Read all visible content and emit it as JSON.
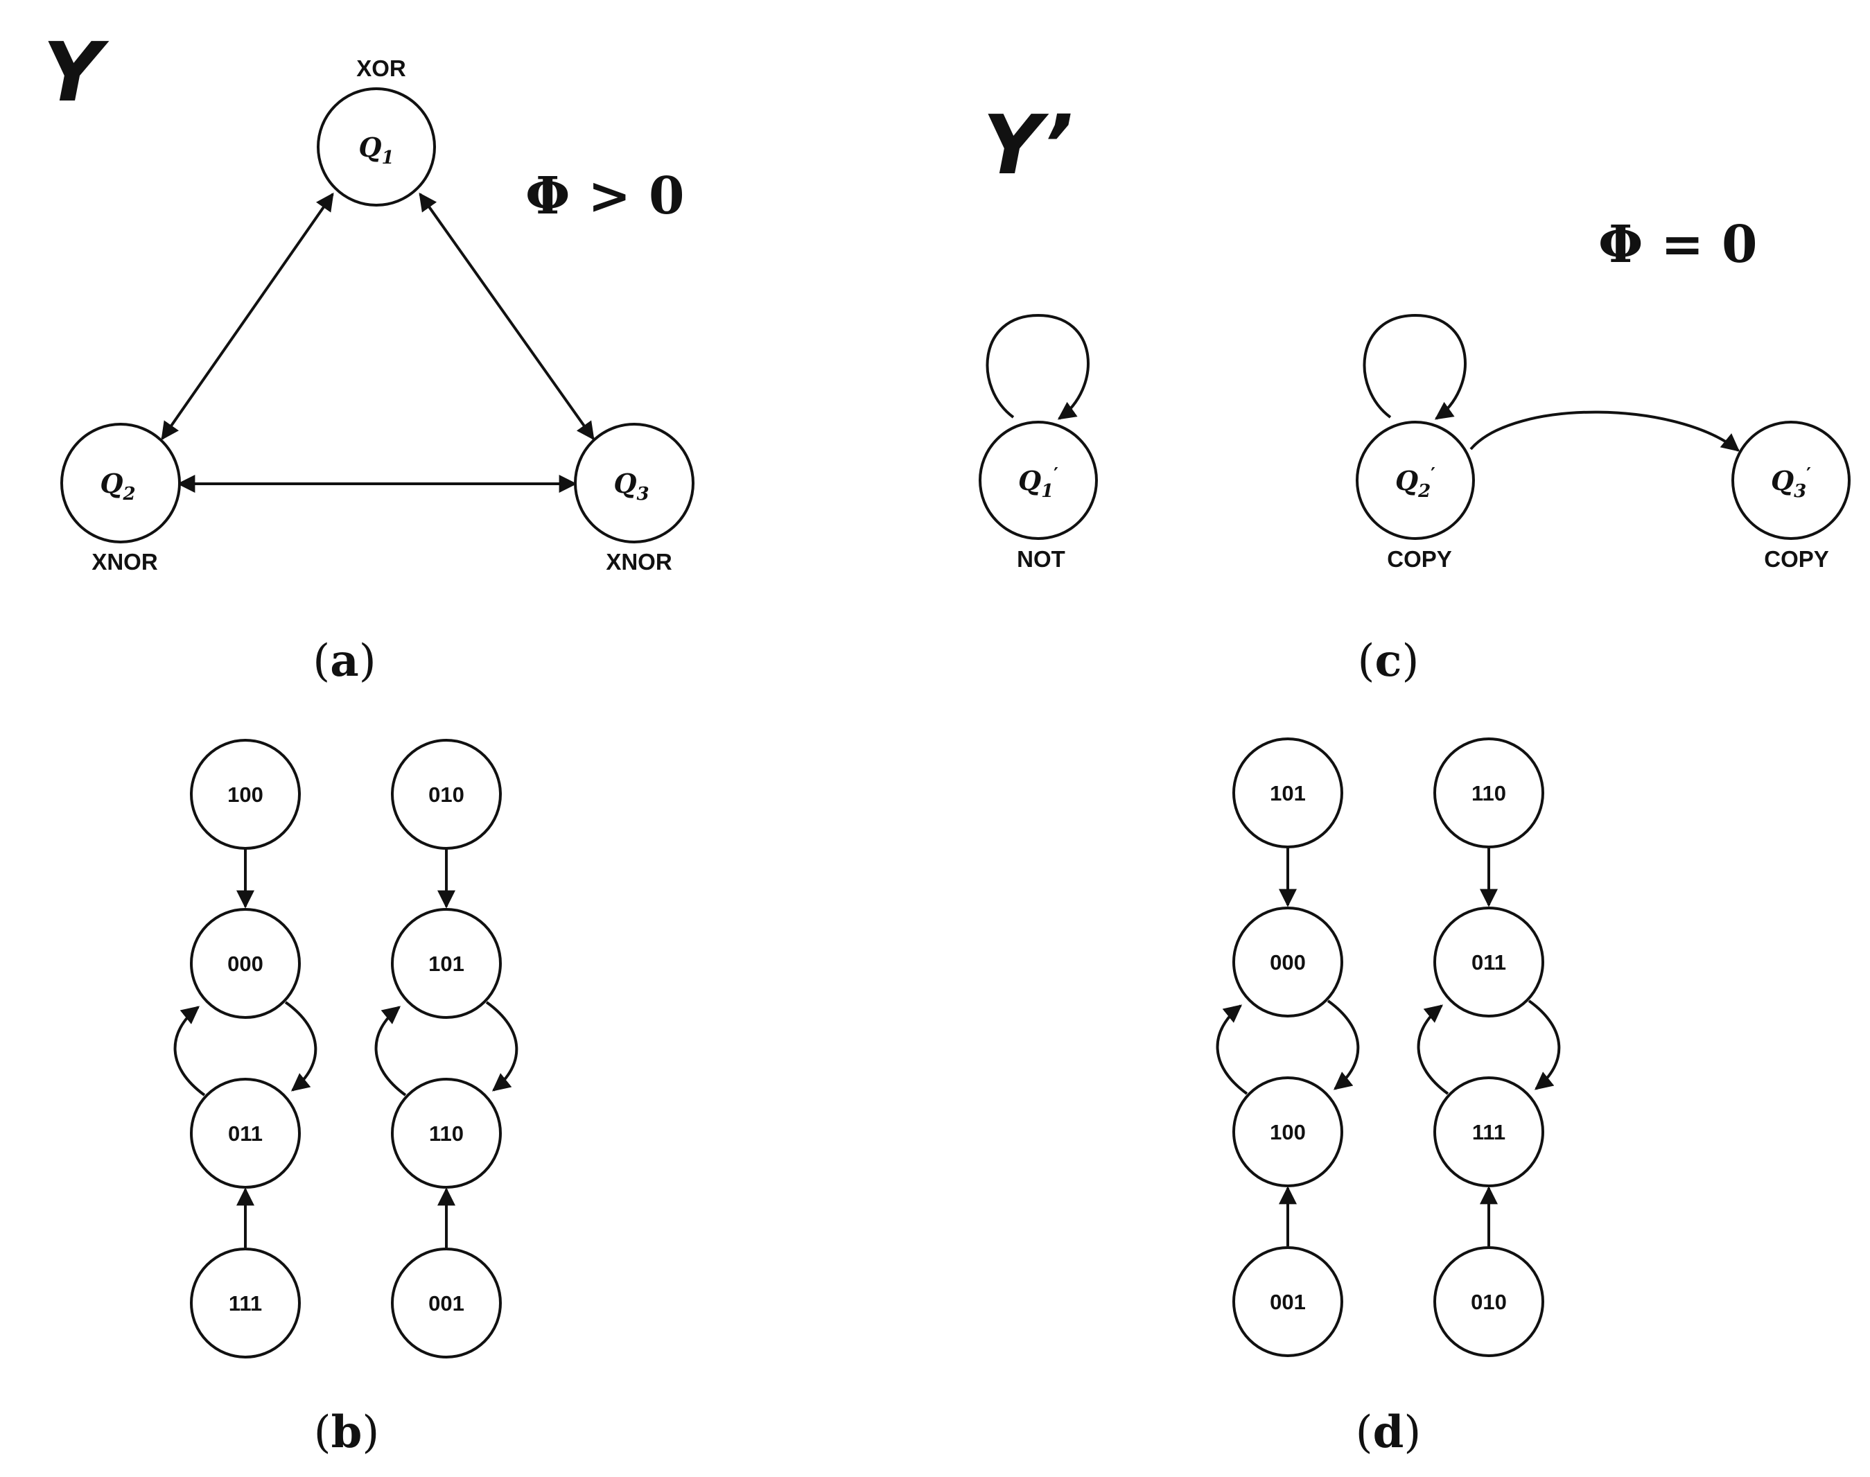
{
  "panel_a": {
    "system_name": "Y",
    "phi_text": "Φ > 0",
    "caption_letter": "a",
    "nodes": [
      {
        "symbol": "Q",
        "subscript": "1",
        "gate": "XOR"
      },
      {
        "symbol": "Q",
        "subscript": "2",
        "gate": "XNOR"
      },
      {
        "symbol": "Q",
        "subscript": "3",
        "gate": "XNOR"
      }
    ],
    "edges": [
      {
        "from": 0,
        "to": 1,
        "bidirectional": true
      },
      {
        "from": 0,
        "to": 2,
        "bidirectional": true
      },
      {
        "from": 1,
        "to": 2,
        "bidirectional": true
      }
    ]
  },
  "panel_b": {
    "caption_letter": "b",
    "columns": [
      {
        "states": [
          "100",
          "000",
          "011",
          "111"
        ]
      },
      {
        "states": [
          "010",
          "101",
          "110",
          "001"
        ]
      }
    ],
    "transitions": "top→2nd, bottom→3rd, 2nd↔3rd cycle"
  },
  "panel_c": {
    "system_name": "Y’",
    "phi_text": "Φ = 0",
    "caption_letter": "c",
    "nodes": [
      {
        "symbol": "Q",
        "subscript": "1",
        "prime": "′",
        "gate": "NOT",
        "self_loop": true
      },
      {
        "symbol": "Q",
        "subscript": "2",
        "prime": "′",
        "gate": "COPY",
        "self_loop": true
      },
      {
        "symbol": "Q",
        "subscript": "3",
        "prime": "′",
        "gate": "COPY",
        "self_loop": false
      }
    ],
    "edges": [
      {
        "from": 1,
        "to": 2,
        "bidirectional": false
      }
    ]
  },
  "panel_d": {
    "caption_letter": "d",
    "columns": [
      {
        "states": [
          "101",
          "000",
          "100",
          "001"
        ]
      },
      {
        "states": [
          "110",
          "011",
          "111",
          "010"
        ]
      }
    ]
  },
  "colors": {
    "stroke": "#111111",
    "background": "#ffffff"
  }
}
